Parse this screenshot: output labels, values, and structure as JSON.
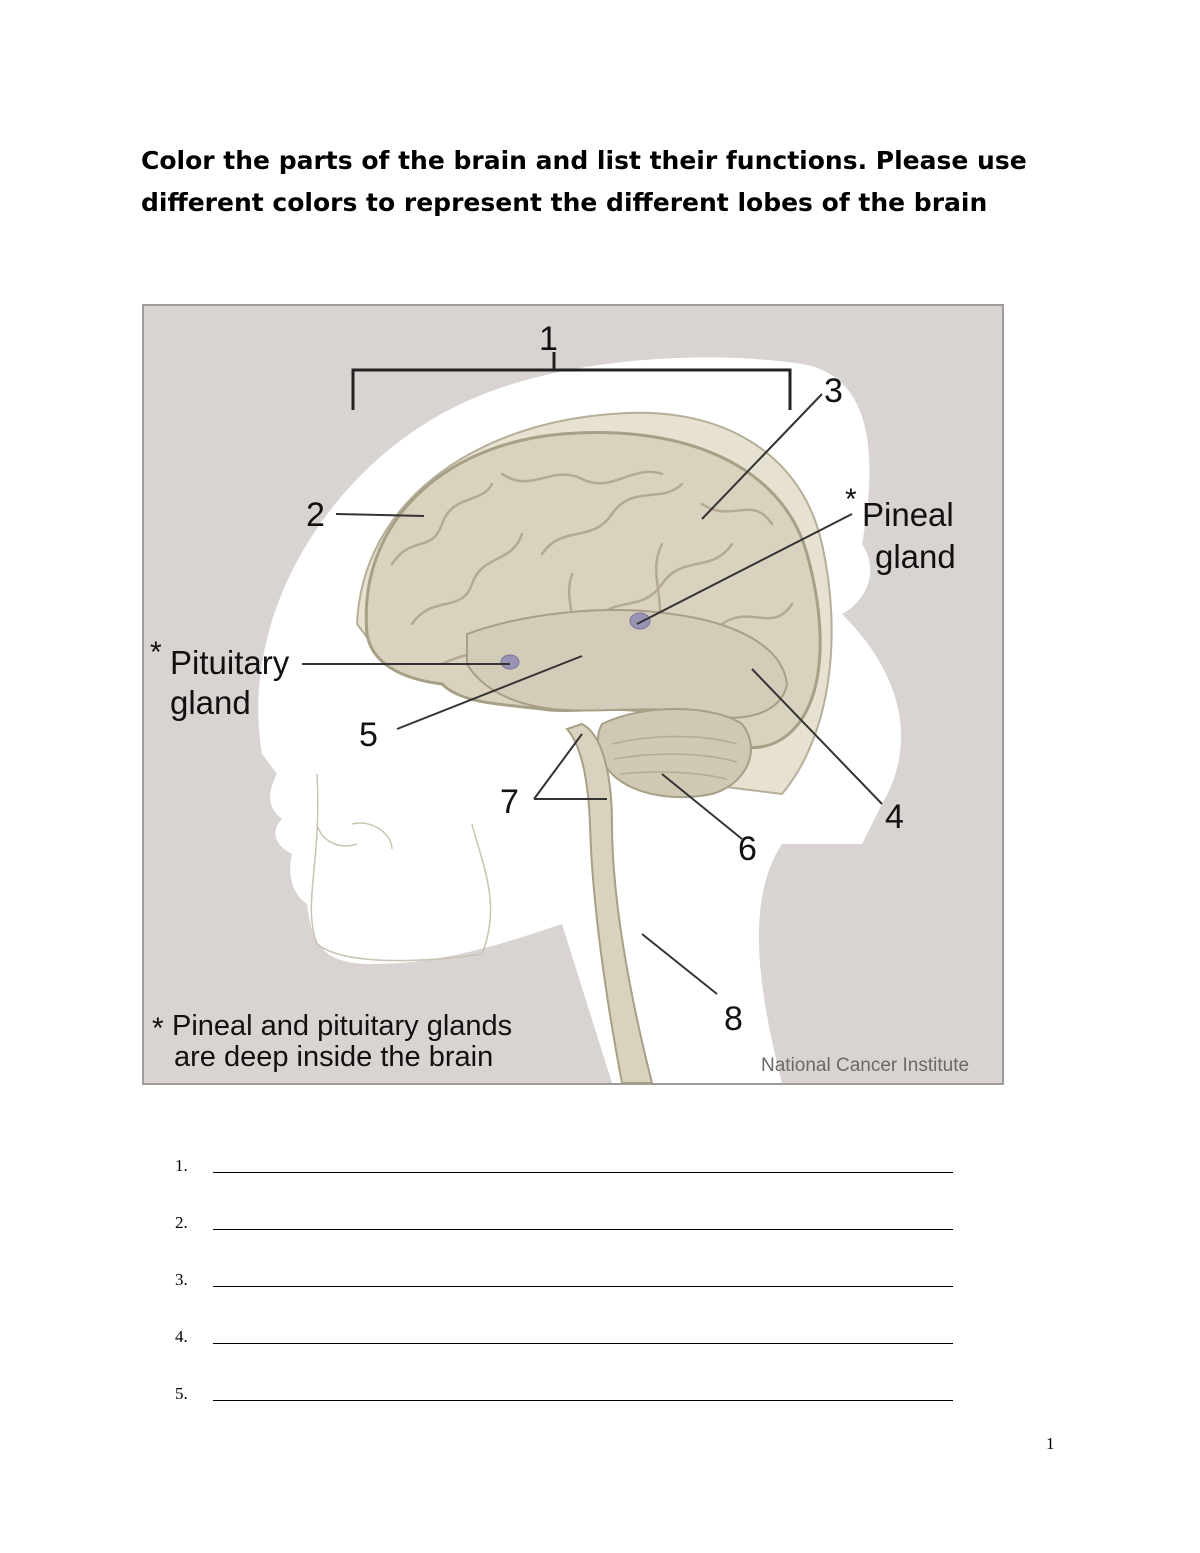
{
  "instructions": "Color the parts of the brain and list their functions. Please use different colors to represent the different lobes of the brain",
  "figure": {
    "numbered_labels": [
      "1",
      "2",
      "3",
      "4",
      "5",
      "6",
      "7",
      "8"
    ],
    "pineal_star": "*",
    "pineal_line1": "Pineal",
    "pineal_line2": "gland",
    "pituitary_star": "*",
    "pituitary_line1": "Pituitary",
    "pituitary_line2": "gland",
    "footnote_star": "*",
    "footnote_line1": "Pineal and pituitary glands",
    "footnote_line2": "are deep inside the brain",
    "credit": "National Cancer Institute",
    "colors": {
      "background": "#d9d4d1",
      "head_silhouette": "#ffffff",
      "brain": "#d8d2bf",
      "brain_shadow": "#a79f86",
      "skull": "#e6e1d0",
      "gland": "#9a93b6"
    }
  },
  "answer_lines": [
    {
      "number": "1.",
      "blank": ""
    },
    {
      "number": "2.",
      "blank": ""
    },
    {
      "number": "3.",
      "blank": ""
    },
    {
      "number": "4.",
      "blank": ""
    },
    {
      "number": "5.",
      "blank": ""
    }
  ],
  "page_number": "1"
}
